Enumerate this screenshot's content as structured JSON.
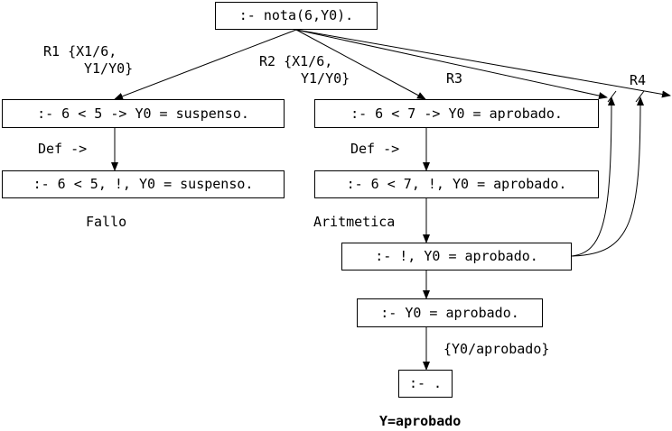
{
  "nodes": {
    "root": ":- nota(6,Y0).",
    "r1_goal": ":- 6 < 5 -> Y0 = suspenso.",
    "r1_def": ":- 6 < 5, !, Y0 = suspenso.",
    "r2_goal": ":- 6 < 7 -> Y0 = aprobado.",
    "r2_def": ":- 6 < 7, !, Y0 = aprobado.",
    "cut": ":- !, Y0 = aprobado.",
    "assign": ":- Y0 = aprobado.",
    "empty": ":- ."
  },
  "labels": {
    "r1": "R1 {X1/6,",
    "r1_line2": "Y1/Y0}",
    "r2": "R2 {X1/6,",
    "r2_line2": "Y1/Y0}",
    "r3": "R3",
    "r4": "R4",
    "def_left": "Def ->",
    "def_right": "Def ->",
    "fallo": "Fallo",
    "aritmetica": "Aritmetica",
    "subst": "{Y0/aprobado}",
    "result": "Y=aprobado"
  }
}
